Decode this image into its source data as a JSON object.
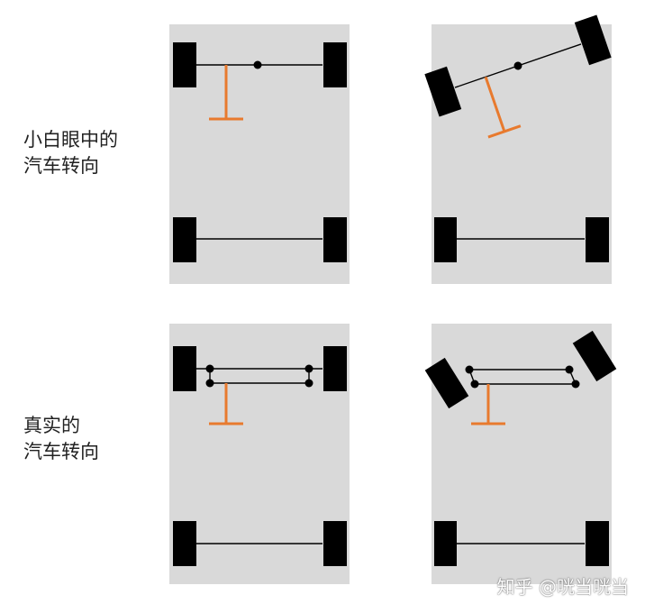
{
  "labels": {
    "row1": {
      "line1": "小白眼中的",
      "line2": "汽车转向"
    },
    "row2": {
      "line1": "真实的",
      "line2": "汽车转向"
    }
  },
  "watermark": "知乎 @咣当咣当",
  "colors": {
    "panel": "#d9d9d9",
    "wheel": "#000000",
    "axle": "#000000",
    "steering": "#e87a2e",
    "background": "#ffffff"
  },
  "panels": [
    {
      "name": "naive-straight",
      "front": "straight",
      "linkage": "single-axle"
    },
    {
      "name": "naive-turning",
      "front": "rotated-whole-axle",
      "linkage": "single-axle"
    },
    {
      "name": "real-straight",
      "front": "straight",
      "linkage": "parallel-tie-rods"
    },
    {
      "name": "real-turning",
      "front": "steered-wheels",
      "linkage": "parallel-tie-rods"
    }
  ]
}
